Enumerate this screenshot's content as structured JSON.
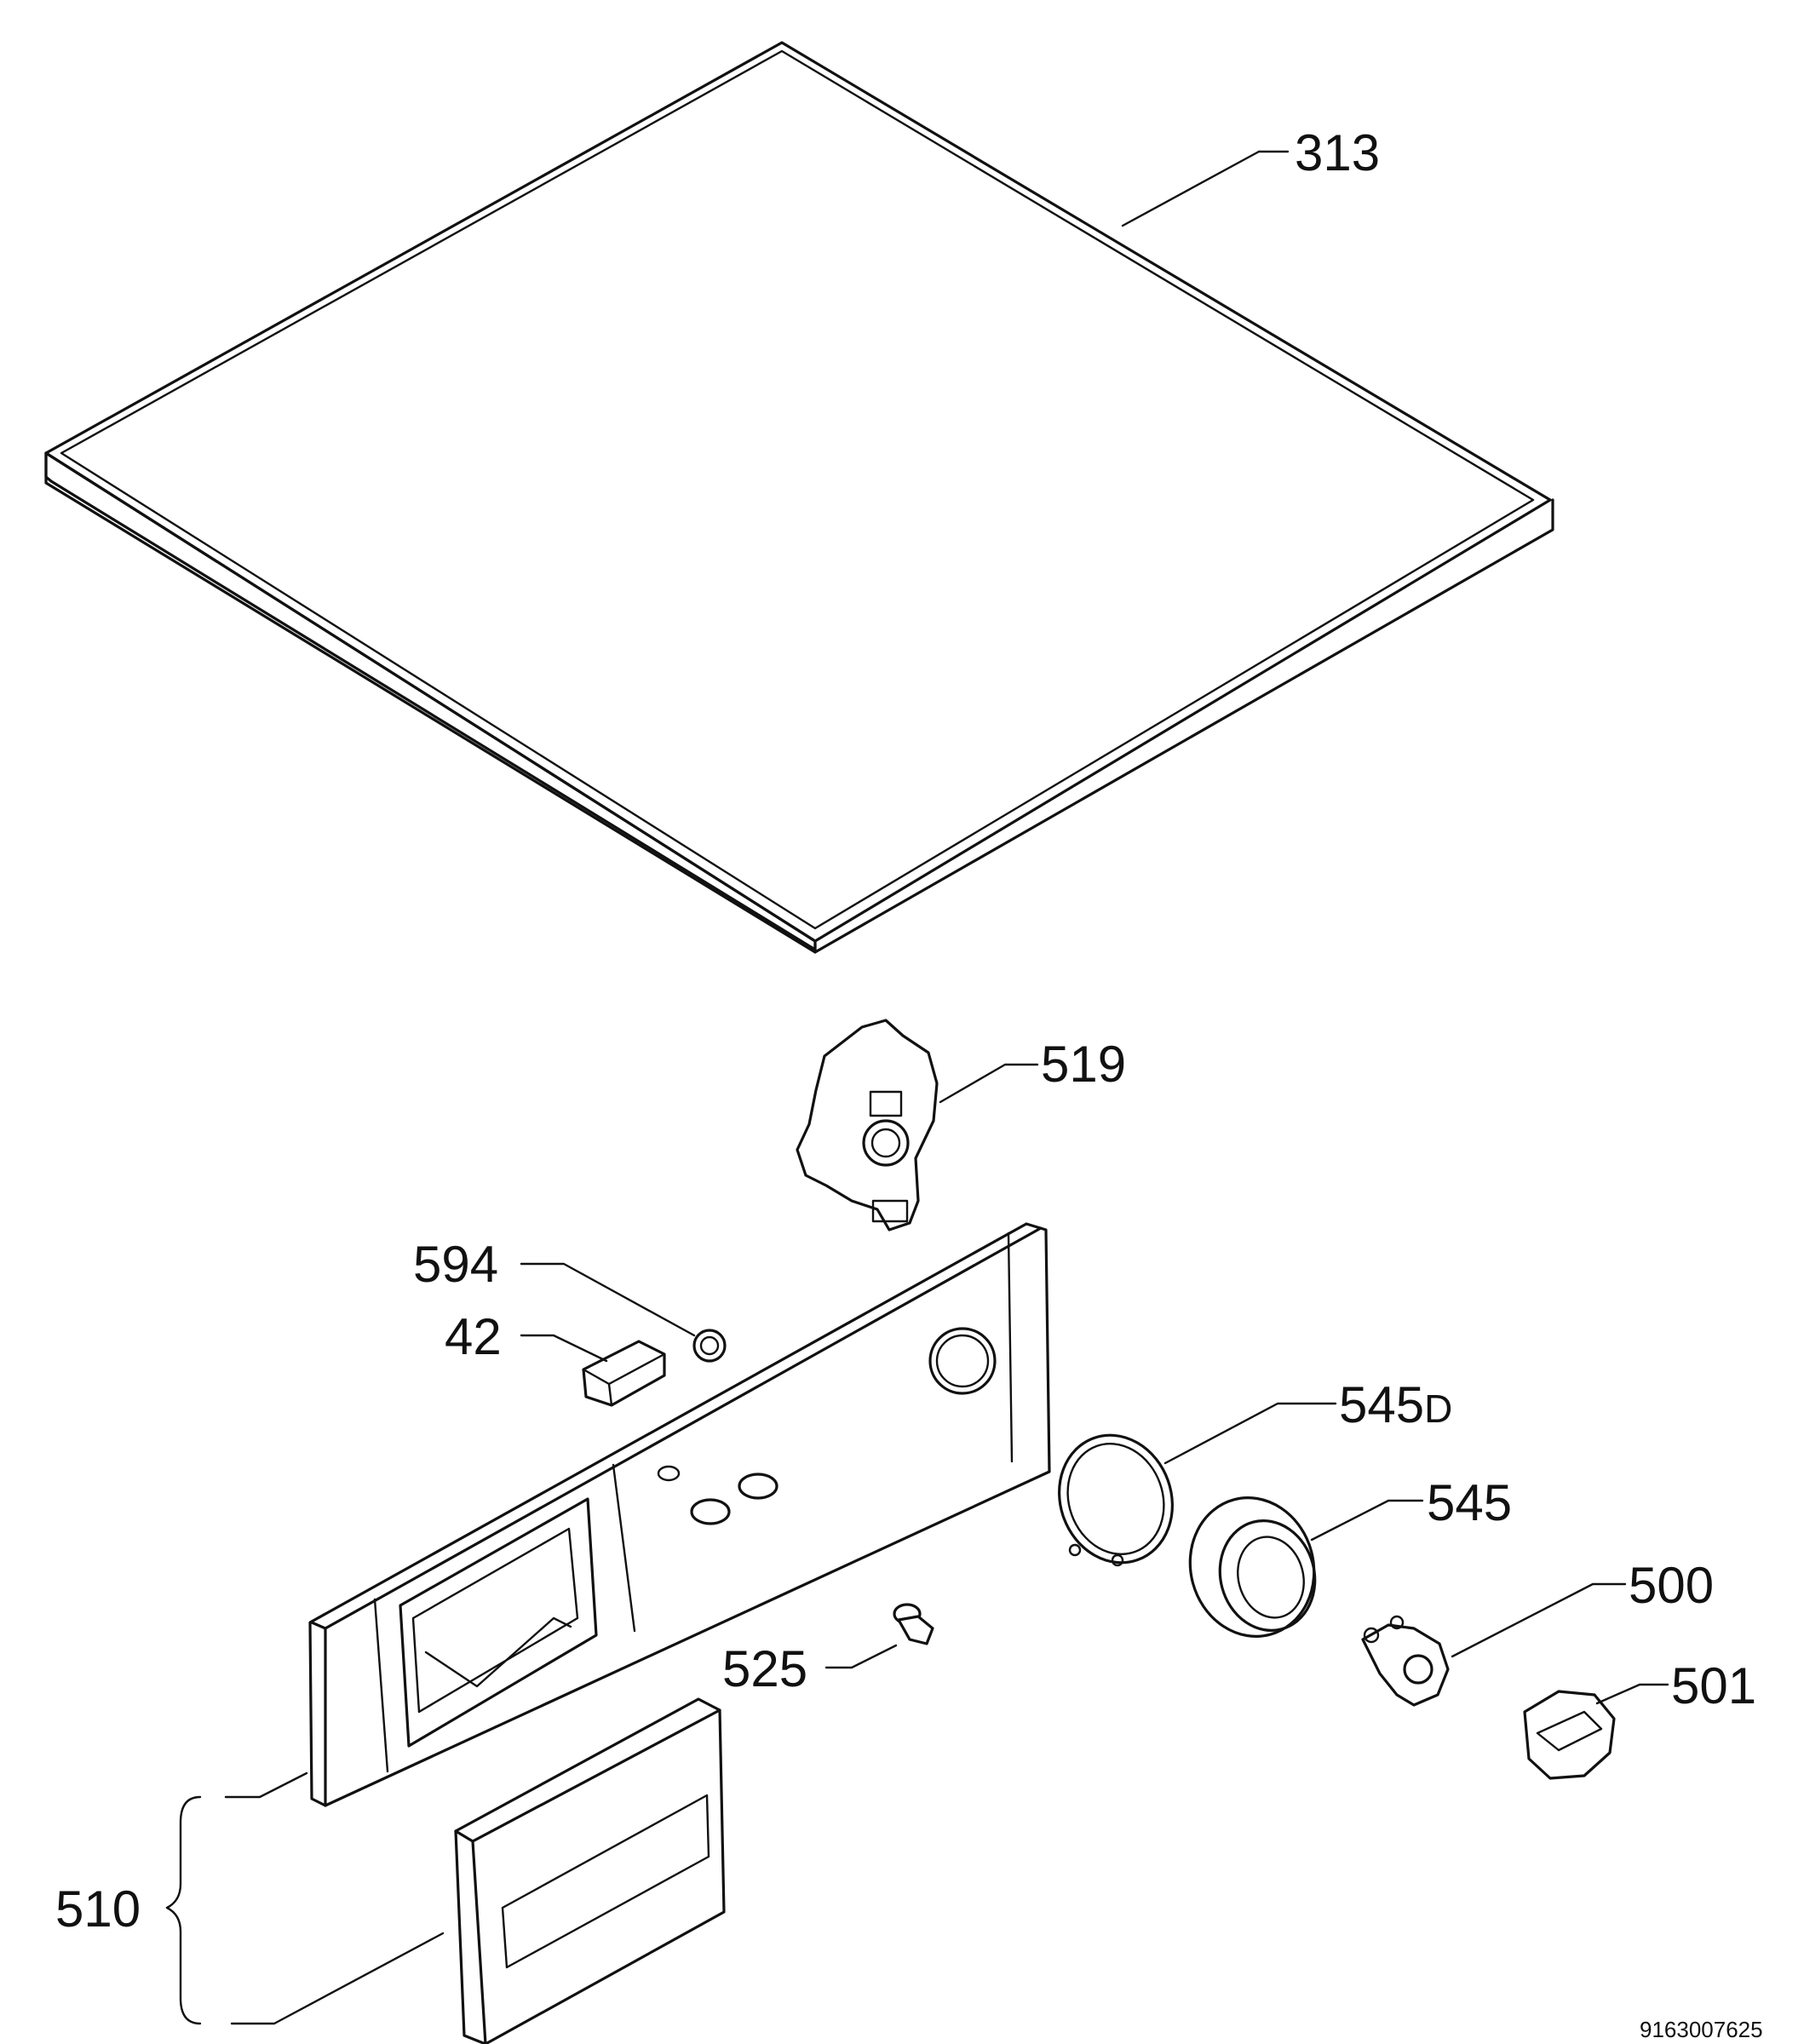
{
  "parts": {
    "p313": "313",
    "p519": "519",
    "p594": "594",
    "p42": "42",
    "p545d_num": "545",
    "p545d_suffix": "D",
    "p545": "545",
    "p500": "500",
    "p501": "501",
    "p525": "525",
    "p510": "510"
  },
  "document_code": "9163007625"
}
